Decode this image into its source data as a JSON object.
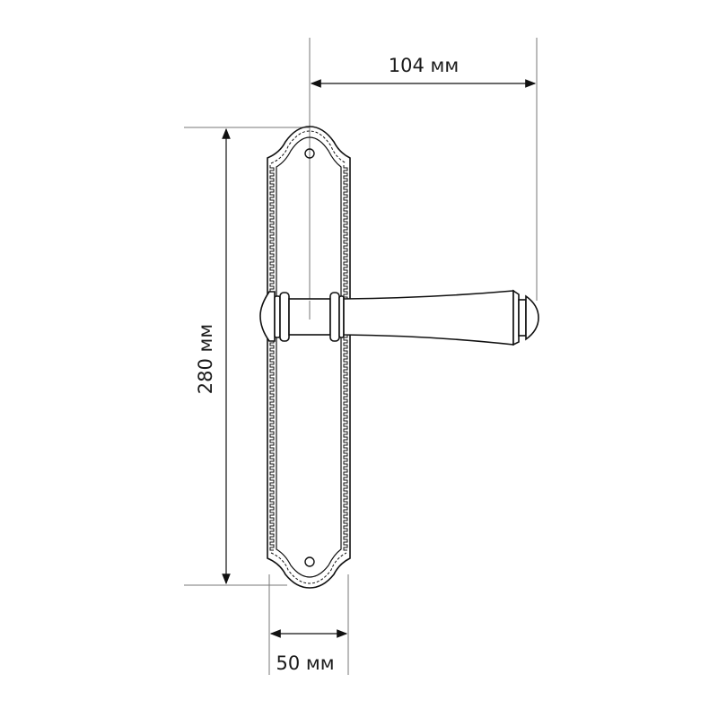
{
  "dimensions": {
    "width_lever": "104 мм",
    "height_plate": "280 мм",
    "width_plate": "50 мм"
  },
  "colors": {
    "stroke": "#111111",
    "dim_line": "#777777"
  }
}
